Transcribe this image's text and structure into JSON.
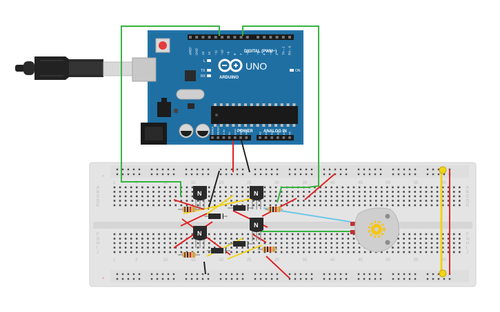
{
  "board": {
    "name": "UNO",
    "brand": "ARDUINO",
    "digital_label": "DIGITAL (PWM~)",
    "power_label": "POWER",
    "analog_label": "ANALOG IN",
    "led_l": "L",
    "led_tx": "TX",
    "led_rx": "RX",
    "led_on": "ON",
    "digital_pins": [
      "AREF",
      "GND",
      "13",
      "12",
      "~11",
      "~10",
      "~9",
      "8",
      "7",
      "~6",
      "~5",
      "4",
      "~3",
      "2",
      "TX→1",
      "RX←0"
    ],
    "power_pins": [
      "IOREF",
      "RESET",
      "3.3V",
      "5V",
      "GND",
      "GND",
      "Vin"
    ],
    "analog_pins": [
      "A0",
      "A1",
      "A2",
      "A3",
      "A4",
      "A5"
    ]
  },
  "breadboard": {
    "col_numbers": [
      "1",
      "5",
      "10",
      "15",
      "20",
      "25",
      "30",
      "35",
      "40",
      "45",
      "50",
      "55",
      "60"
    ],
    "row_letters_top": [
      "A",
      "B",
      "C",
      "D",
      "E"
    ],
    "row_letters_bottom": [
      "F",
      "G",
      "H",
      "I",
      "J"
    ],
    "rail_minus": "−",
    "rail_plus": "+"
  },
  "transistors": [
    "N",
    "N",
    "N",
    "N"
  ],
  "colors": {
    "board": "#1f6fa3",
    "wire_green": "#35b43f",
    "wire_red": "#e02222",
    "wire_yellow": "#f1d21a",
    "wire_blue": "#6ec6e8",
    "wire_black": "#222222",
    "motor_gear": "#f5c518"
  }
}
